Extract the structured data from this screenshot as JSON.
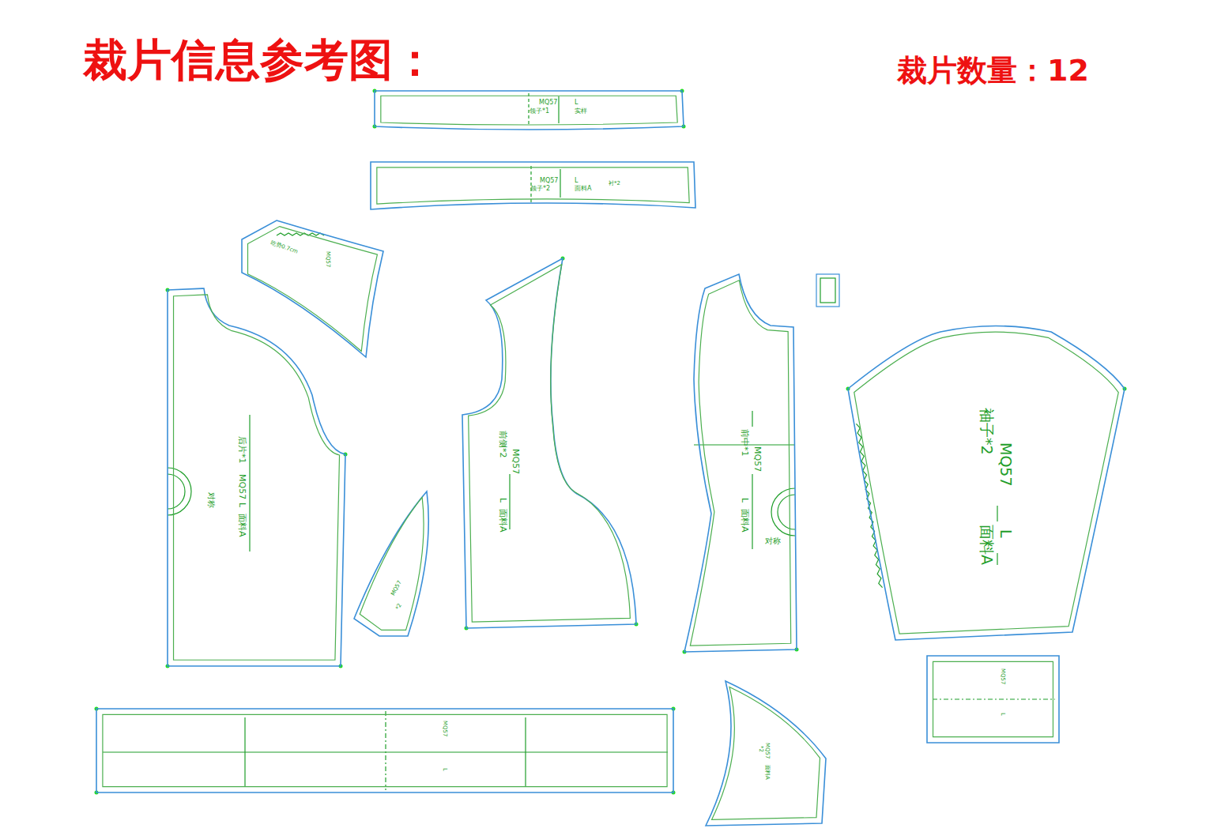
{
  "diagram": {
    "title": "裁片信息参考图：",
    "nodes": [
      {
        "text": [
          "MQ57",
          "领子*1",
          "L",
          "实样"
        ]
      },
      {
        "text": [
          "MQ57",
          "领子*2",
          "L",
          "面料A",
          "衬*2"
        ]
      },
      {
        "text": [
          "吃势0.7cm",
          "MQ57"
        ]
      },
      {
        "text": [
          "后片*1",
          "MQ57",
          "L",
          "面料A",
          "对称"
        ]
      },
      {
        "text": [
          "MQ57",
          "*2"
        ]
      },
      {
        "text": [
          "前侧*2",
          "MQ57",
          "L",
          "面料A"
        ]
      },
      {
        "text": [
          "前中*1",
          "MQ57",
          "L",
          "面料A",
          "对称"
        ]
      },
      {
        "text": [
          "袖子*2",
          "MQ57",
          "L",
          "面料A"
        ]
      },
      {
        "text": [
          "MQ57",
          "L"
        ]
      },
      {
        "text": [
          "MQ57",
          "L"
        ]
      },
      {
        "text": [
          "MQ57",
          "*2",
          "面料A"
        ]
      }
    ],
    "labels": [
      "裁片数量：12"
    ]
  }
}
